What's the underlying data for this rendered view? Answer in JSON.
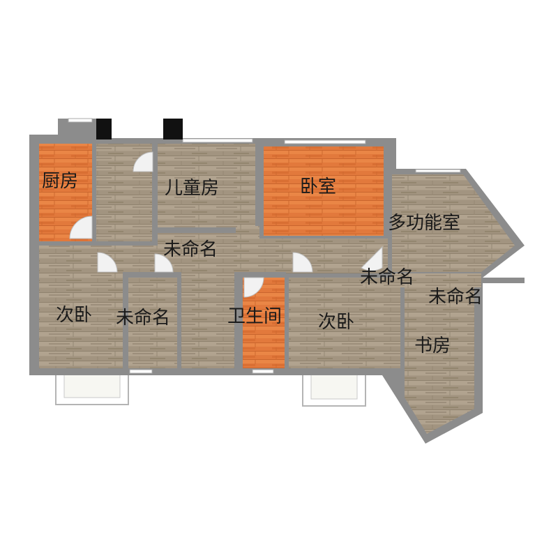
{
  "floor_plan": {
    "rooms": [
      {
        "id": "kitchen",
        "label": "厨房",
        "floor": "orange"
      },
      {
        "id": "child-room",
        "label": "儿童房",
        "floor": "wood"
      },
      {
        "id": "master-bedroom",
        "label": "卧室",
        "floor": "orange"
      },
      {
        "id": "multi-room",
        "label": "多功能室",
        "floor": "wood"
      },
      {
        "id": "unnamed-hall",
        "label": "未命名",
        "floor": "wood"
      },
      {
        "id": "unnamed-east",
        "label": "未命名",
        "floor": "wood"
      },
      {
        "id": "unnamed-far-east",
        "label": "未命名",
        "floor": "wood"
      },
      {
        "id": "second-bedroom-west",
        "label": "次卧",
        "floor": "wood"
      },
      {
        "id": "unnamed-corridor",
        "label": "未命名",
        "floor": "wood"
      },
      {
        "id": "bathroom",
        "label": "卫生间",
        "floor": "orange"
      },
      {
        "id": "second-bedroom-east",
        "label": "次卧",
        "floor": "wood"
      },
      {
        "id": "study",
        "label": "书房",
        "floor": "wood"
      }
    ],
    "colors": {
      "wall": "#8c8c8c",
      "wood_floor": "#a89a86",
      "orange_floor": "#e2793c",
      "pillar": "#111111"
    }
  }
}
